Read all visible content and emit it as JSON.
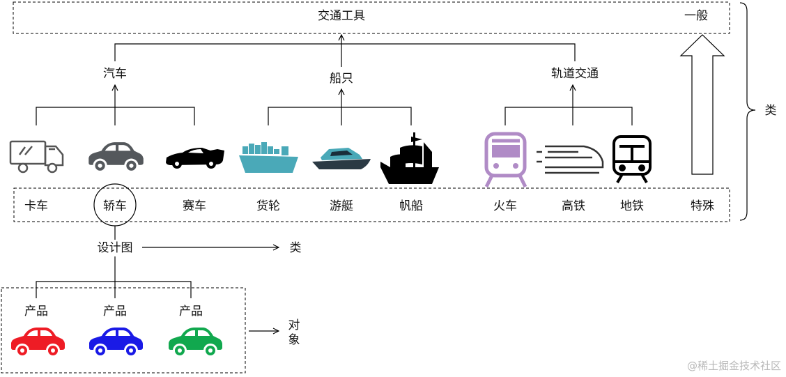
{
  "top": {
    "label": "交通工具",
    "general": "一般"
  },
  "categories": {
    "car": "汽车",
    "ship": "船只",
    "rail": "轨道交通"
  },
  "items": [
    "卡车",
    "轿车",
    "赛车",
    "货轮",
    "游艇",
    "帆船",
    "火车",
    "高铁",
    "地铁",
    "特殊"
  ],
  "side": {
    "class_label": "类"
  },
  "blueprint": {
    "label": "设计图",
    "arrow_target": "类"
  },
  "objects": {
    "products": [
      "产品",
      "产品",
      "产品"
    ],
    "label_line1": "对",
    "label_line2": "象"
  },
  "colors": {
    "car_red": "#ee1c25",
    "car_blue": "#1a1ae6",
    "car_green": "#11a84e",
    "train_purple": "#b08bc6",
    "ship_teal": "#4aa9b8",
    "car_gray": "#54585c"
  },
  "watermark": "@稀土掘金技术社区"
}
